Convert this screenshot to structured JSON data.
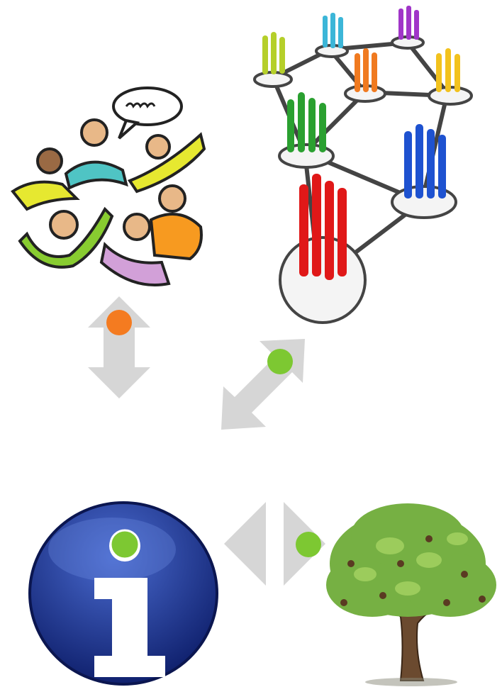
{
  "colors": {
    "arrow": "#d6d6d6",
    "dot_orange": "#f47b20",
    "dot_green": "#7dc832",
    "info_circle": "#1a2f8a",
    "info_highlight": "#4a6bd0",
    "info_letter": "#ffffff",
    "tree_leaves": "#76b043",
    "tree_trunk": "#6b4a2f"
  },
  "nodes": [
    {
      "id": "people-discussion",
      "icon": "people-discussion-illustration"
    },
    {
      "id": "social-network",
      "icon": "people-network-graph"
    },
    {
      "id": "information",
      "icon": "info-icon"
    },
    {
      "id": "tree",
      "icon": "oak-tree-illustration"
    }
  ],
  "connectors": [
    {
      "from": "people-discussion",
      "to": "information",
      "type": "bidirectional",
      "dot_color": "orange"
    },
    {
      "from": "social-network",
      "to": "information",
      "type": "bidirectional",
      "dot_color": "green"
    },
    {
      "from": "information",
      "to": "tree",
      "type": "bidirectional",
      "dot_color": "green"
    }
  ]
}
